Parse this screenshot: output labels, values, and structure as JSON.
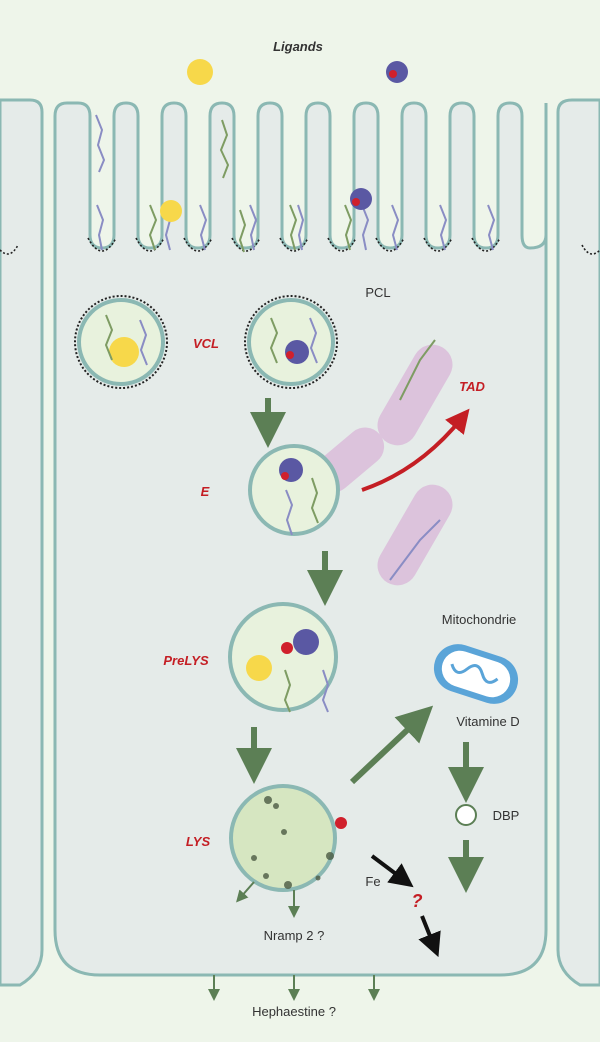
{
  "title": "Ligands",
  "labels": {
    "pcl": "PCL",
    "vcl": "VCL",
    "tad": "TAD",
    "endosome": "E",
    "prelys": "PreLYS",
    "lys": "LYS",
    "mitochondrie": "Mitochondrie",
    "vitamine_d": "Vitamine D",
    "dbp": "DBP",
    "fe": "Fe",
    "question": "?",
    "nramp": "Nramp 2 ?",
    "hephaestine": "Hephaestine ?"
  },
  "colors": {
    "background": "#eef5ea",
    "cell_fill": "#e5ebe9",
    "cell_border": "#8bb8b3",
    "vesicle_fill": "#e8f2dd",
    "lysosome_fill": "#d6e6c1",
    "arrow_green": "#5c7f55",
    "arrow_red": "#c41e24",
    "ligand_yellow": "#f7d84a",
    "ligand_blue": "#5a58a3",
    "ligand_red": "#d0202c",
    "tubule_pink": "#dcc3dc",
    "mitochondria_blue": "#5aa4d8"
  }
}
